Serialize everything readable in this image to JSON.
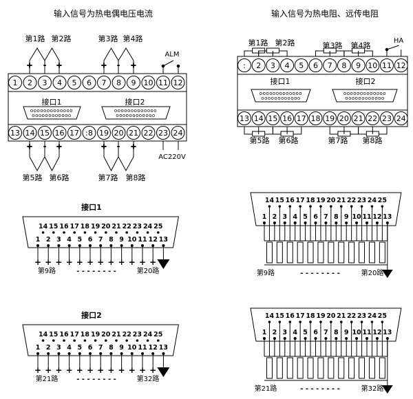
{
  "panels": {
    "thermocouple": {
      "title": "输入信号为热电偶电压电流",
      "top_groups": [
        "第1路",
        "第2路",
        "第3路",
        "第4路"
      ],
      "bottom_groups": [
        "第5路",
        "第6路",
        "第7路",
        "第8路"
      ],
      "alarm": "ALM",
      "power": "AC220V",
      "interface1": "接口1",
      "interface2": "接口2",
      "top_terminals": [
        "1",
        "2",
        "3",
        "4",
        "5",
        "6",
        "7",
        "8",
        "9",
        "10",
        "11",
        "12"
      ],
      "bottom_terminals": [
        "13",
        "14",
        "15",
        "16",
        "17",
        ":8",
        "19",
        "20",
        "21",
        "22",
        "23",
        "24"
      ],
      "plus": "+",
      "minus": "-"
    },
    "rtd": {
      "title": "输入信号为热电阻、远传电阻",
      "top_groups": [
        "第1路",
        "第2路",
        "第3路",
        "第4路"
      ],
      "bottom_groups": [
        "第5路",
        "第6路",
        "第7路",
        "第8路"
      ],
      "alarm": "HA",
      "interface1": "接口1",
      "interface2": "接口2",
      "top_terminals": [
        ":",
        "2",
        "3",
        "4",
        "5",
        "6",
        "7",
        "8",
        "9",
        "10",
        "11",
        "12"
      ],
      "bottom_terminals": [
        "13",
        "14",
        "15",
        "16",
        "17",
        "18",
        "19",
        "20",
        "21",
        "22",
        "23",
        "24"
      ]
    }
  },
  "connectors": {
    "c1": {
      "title": "接口1",
      "top_pins": [
        "14",
        "15",
        "16",
        "17",
        "18",
        "19",
        "20",
        "21",
        "22",
        "23",
        "24",
        "25"
      ],
      "bottom_pins": [
        "1",
        "2",
        "3",
        "4",
        "5",
        "6",
        "7",
        "8",
        "9",
        "10",
        "11",
        "12",
        "13"
      ],
      "start": "第9路",
      "end": "第20路"
    },
    "c2": {
      "title": "接口2",
      "top_pins": [
        "14",
        "15",
        "16",
        "17",
        "18",
        "19",
        "20",
        "21",
        "22",
        "23",
        "24",
        "25"
      ],
      "bottom_pins": [
        "1",
        "2",
        "3",
        "4",
        "5",
        "6",
        "7",
        "8",
        "9",
        "10",
        "11",
        "12",
        "13"
      ],
      "start": "第21路",
      "end": "第32路"
    },
    "r1": {
      "top_pins": [
        "14",
        "15",
        "16",
        "17",
        "18",
        "19",
        "20",
        "21",
        "22",
        "23",
        "24",
        "25"
      ],
      "bottom_pins": [
        "1",
        "2",
        "3",
        "4",
        "5",
        "6",
        "7",
        "8",
        "9",
        "10",
        "11",
        "12",
        "13"
      ],
      "start": "第9路",
      "end": "第20路"
    },
    "r2": {
      "top_pins": [
        "14",
        "15",
        "16",
        "17",
        "18",
        "19",
        "20",
        "21",
        "22",
        "23",
        "24",
        "25"
      ],
      "bottom_pins": [
        "1",
        "2",
        "3",
        "4",
        "5",
        "6",
        "7",
        "8",
        "9",
        "10",
        "11",
        "12",
        "13"
      ],
      "start": "第21路",
      "end": "第32路"
    }
  },
  "dots": "- - - - - - - -"
}
